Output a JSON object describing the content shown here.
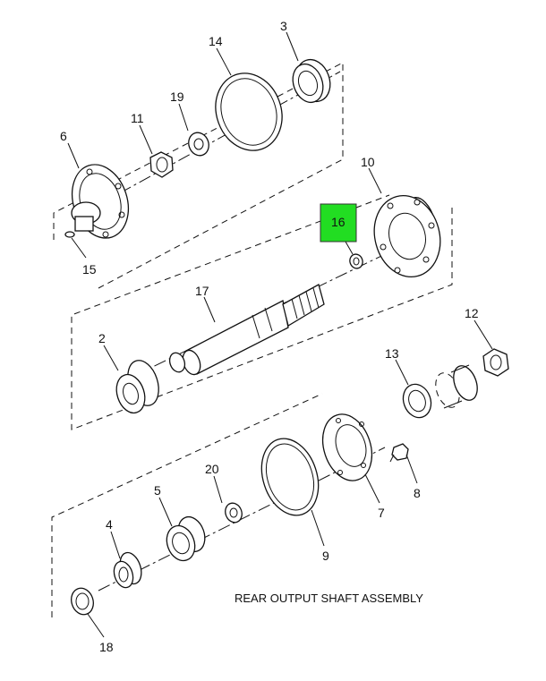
{
  "caption": "REAR OUTPUT SHAFT ASSEMBLY",
  "highlight_color": "#22dd22",
  "highlighted_label": "16",
  "callouts": {
    "c1": "3",
    "c2": "14",
    "c3": "19",
    "c4": "11",
    "c5": "6",
    "c6": "15",
    "c7": "10",
    "c8": "16",
    "c9": "17",
    "c10": "2",
    "c11": "12",
    "c12": "13",
    "c13": "8",
    "c14": "7",
    "c15": "20",
    "c16": "5",
    "c17": "9",
    "c18": "4",
    "c19": "18"
  }
}
